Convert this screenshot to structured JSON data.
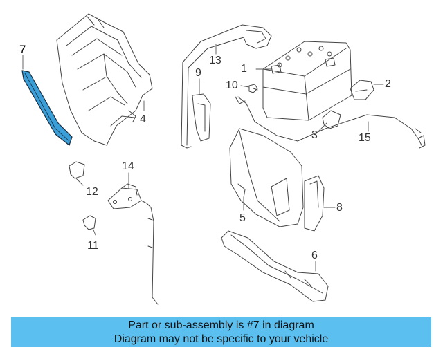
{
  "callouts": {
    "c1": "1",
    "c2": "2",
    "c3": "3",
    "c4": "4",
    "c5": "5",
    "c6": "6",
    "c7": "7",
    "c8": "8",
    "c9": "9",
    "c10": "10",
    "c11": "11",
    "c12": "12",
    "c13": "13",
    "c14": "14",
    "c15": "15"
  },
  "highlight_color": "#3a9fd8",
  "banner": {
    "line1": "Part or sub-assembly is #7 in diagram",
    "line2": "Diagram may not be specific to your vehicle",
    "background": "#5bc0f0"
  }
}
